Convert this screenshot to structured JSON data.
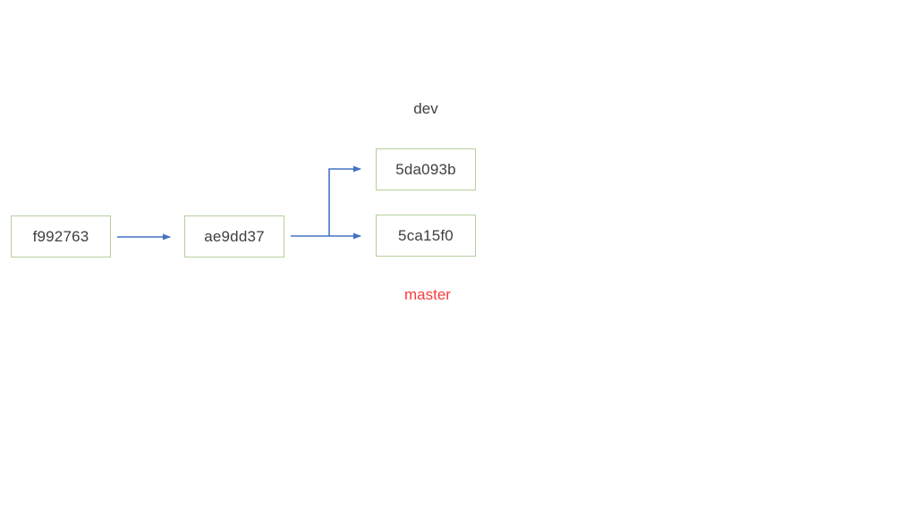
{
  "diagram": {
    "type": "git-commit-graph",
    "commits": [
      {
        "id": "f992763"
      },
      {
        "id": "ae9dd37"
      },
      {
        "id": "5da093b"
      },
      {
        "id": "5ca15f0"
      }
    ],
    "labels": [
      {
        "text": "dev",
        "color": "#404040",
        "points_to": "5da093b"
      },
      {
        "text": "master",
        "color": "#f93c3c",
        "points_to": "5ca15f0"
      }
    ],
    "edges": [
      {
        "from": "f992763",
        "to": "ae9dd37",
        "shape": "straight"
      },
      {
        "from": "ae9dd37",
        "to": "5ca15f0",
        "shape": "straight"
      },
      {
        "from": "ae9dd37",
        "to": "5da093b",
        "shape": "elbow-up"
      }
    ],
    "colors": {
      "box_border": "#b5cf9d",
      "commit_text": "#3f3f3f",
      "arrow": "#4472c4",
      "master_label": "#f93c3c",
      "dev_label": "#404040",
      "background": "#ffffff"
    }
  }
}
